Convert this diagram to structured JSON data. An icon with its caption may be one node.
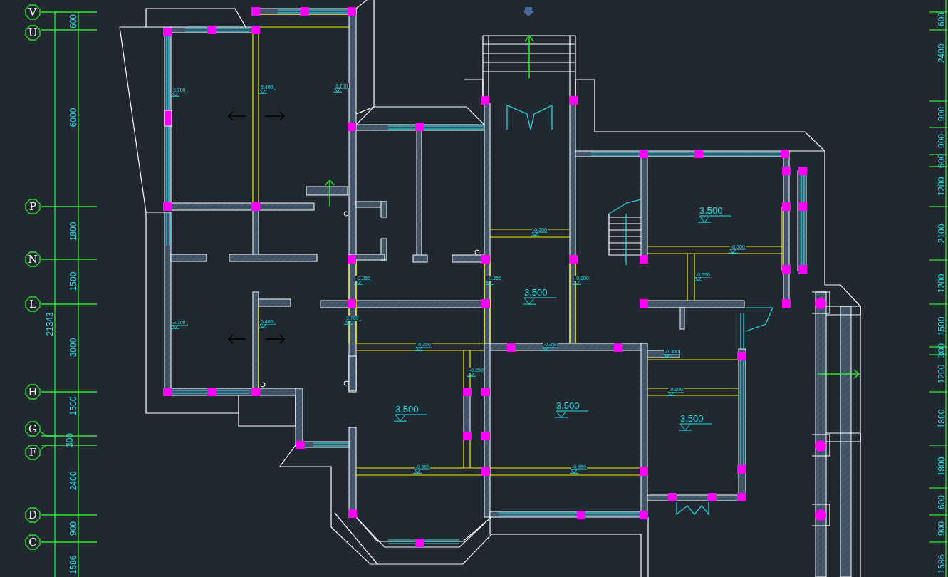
{
  "diagram": {
    "nodes": [
      {
        "text": [
          "V"
        ]
      },
      {
        "text": [
          "U"
        ]
      },
      {
        "text": [
          "P"
        ]
      },
      {
        "text": [
          "N"
        ]
      },
      {
        "text": [
          "L"
        ]
      },
      {
        "text": [
          "H"
        ]
      },
      {
        "text": [
          "G"
        ]
      },
      {
        "text": [
          "F"
        ]
      },
      {
        "text": [
          "D"
        ]
      },
      {
        "text": [
          "C"
        ]
      }
    ],
    "labels": [
      "600",
      "6000",
      "1800",
      "1500",
      "21343",
      "3000",
      "1500",
      "300",
      "2400",
      "900",
      "1586",
      "3.700",
      "6.400",
      "3.700",
      "-0.300",
      "3.500",
      "-0.300",
      "-0.250",
      "-0.250",
      "-0.300",
      "3.500",
      "-0.250",
      "3.700",
      "6.400",
      "3.700",
      "-0.250",
      "-0.350",
      "-0.300",
      "-0.250",
      "-0.300",
      "3.500",
      "3.500",
      "3.500",
      "-0.350",
      "-0.350",
      "600",
      "2400",
      "900",
      "900",
      "600",
      "1200",
      "2100",
      "1200",
      "1500",
      "300",
      "1200",
      "1800",
      "1800",
      "600",
      "900",
      "1586"
    ]
  }
}
